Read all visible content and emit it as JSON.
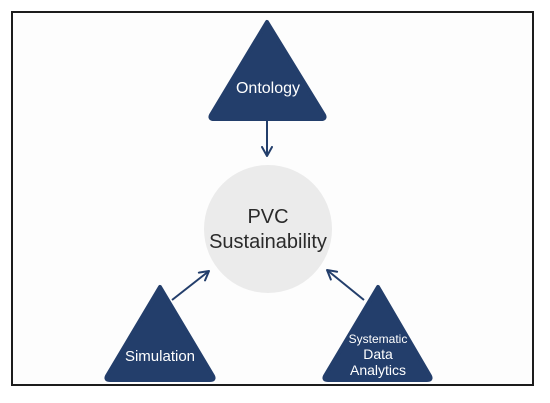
{
  "center": {
    "line1": "PVC",
    "line2": "Sustainability"
  },
  "nodes": {
    "top": {
      "label": "Ontology"
    },
    "bottom_left": {
      "label": "Simulation"
    },
    "bottom_right": {
      "line1": "Systematic",
      "line2": "Data",
      "line3": "Analytics"
    }
  },
  "colors": {
    "triangle_fill": "#233e6b",
    "circle_fill": "#ebebeb",
    "arrow": "#233e6b",
    "frame": "#1c1c1c"
  }
}
